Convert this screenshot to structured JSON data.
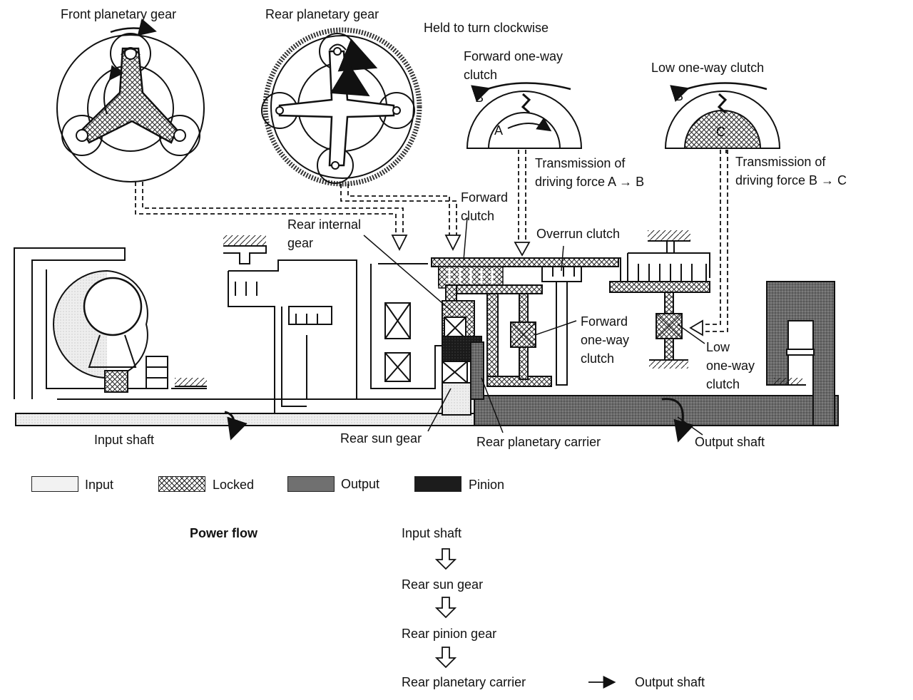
{
  "labels": {
    "front_planetary": "Front planetary gear",
    "rear_planetary": "Rear planetary gear",
    "held_clockwise": "Held to turn clockwise",
    "forward_owc_top": "Forward one-way\nclutch",
    "low_owc_top": "Low one-way clutch",
    "trans_ab": "Transmission of\ndriving force A → B",
    "trans_bc": "Transmission of\ndriving force B → C",
    "forward_clutch": "Forward\nclutch",
    "rear_internal_gear": "Rear internal\ngear",
    "overrun_clutch": "Overrun clutch",
    "forward_owc": "Forward\none-way\nclutch",
    "low_owc": "Low\none-way\nclutch",
    "input_shaft": "Input shaft",
    "rear_sun_gear": "Rear sun gear",
    "rear_planetary_carrier": "Rear planetary carrier",
    "output_shaft": "Output shaft",
    "letter_a": "A",
    "letter_b1": "B",
    "letter_b2": "B",
    "letter_c": "C"
  },
  "legend": [
    {
      "label": "Input",
      "pattern": "input"
    },
    {
      "label": "Locked",
      "pattern": "locked"
    },
    {
      "label": "Output",
      "pattern": "output"
    },
    {
      "label": "Pinion",
      "pattern": "pinion"
    }
  ],
  "power_flow": {
    "title": "Power flow",
    "steps": [
      "Input shaft",
      "Rear sun gear",
      "Rear pinion gear",
      "Rear planetary carrier"
    ],
    "final": "Output shaft"
  },
  "colors": {
    "line": "#111111",
    "input_fill": "#eeeeee",
    "output_fill": "#6e6e6e",
    "pinion_fill": "#222222"
  }
}
